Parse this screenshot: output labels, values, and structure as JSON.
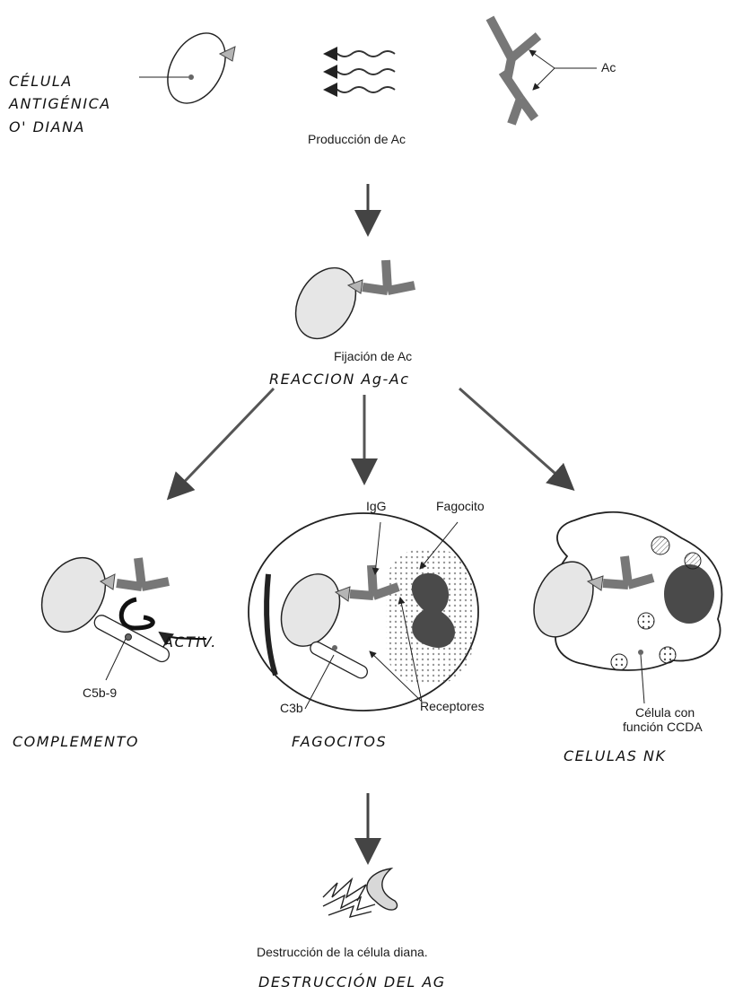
{
  "top": {
    "target_cell_label": [
      "CÉLULA",
      "ANTIGÉNICA",
      "O' DIANA"
    ],
    "antibody_label": "Ac",
    "production_caption": "Producción de Ac"
  },
  "binding": {
    "caption": "Fijación de Ac",
    "handwritten": "REACCION Ag-Ac"
  },
  "complement": {
    "activation_note": "ACTIV.",
    "c5b9_label": "C5b-9",
    "title": "COMPLEMENTO"
  },
  "phagocytes": {
    "igg_label": "IgG",
    "phagocyte_label": "Fagocito",
    "c3b_label": "C3b",
    "receptors_label": "Receptores",
    "title": "FAGOCITOS"
  },
  "nk": {
    "cell_label_line1": "Célula con",
    "cell_label_line2": "función CCDA",
    "title": "CELULAS NK"
  },
  "result": {
    "caption": "Destrucción de la célula diana.",
    "handwritten": "DESTRUCCIÓN DEL AG"
  },
  "colors": {
    "ink": "#1a1a1a",
    "cell_fill": "#e6e6e6",
    "antibody": "#7a7a7a",
    "antigen": "#b5b5b5",
    "nucleus": "#4a4a4a"
  }
}
